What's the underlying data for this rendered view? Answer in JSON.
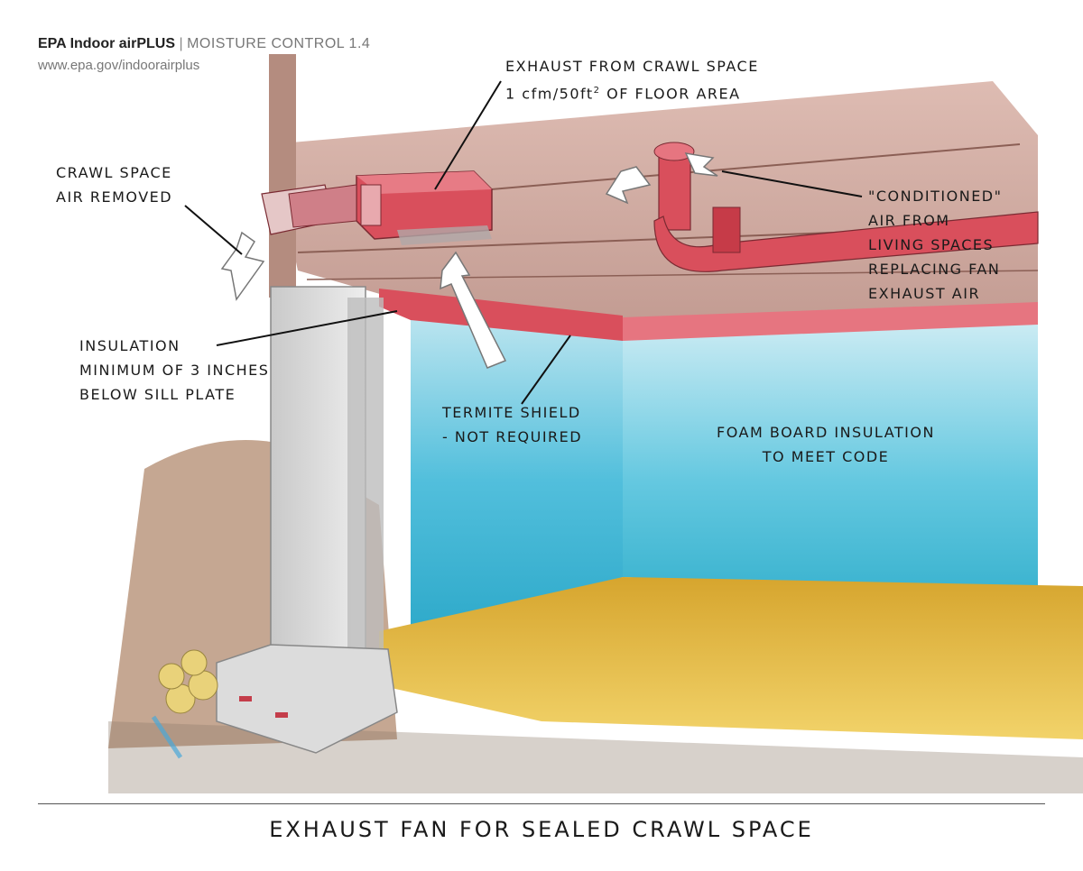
{
  "header": {
    "brand": "EPA Indoor airPLUS",
    "separator": "|",
    "section": "MOISTURE CONTROL 1.4",
    "url": "www.epa.gov/indoorairplus"
  },
  "labels": {
    "exhaust": {
      "line1": "EXHAUST FROM CRAWL SPACE",
      "line2_pre": "1 cfm/50ft",
      "line2_sup": "2",
      "line2_post": " OF FLOOR AREA"
    },
    "crawl_air_removed": [
      "CRAWL SPACE",
      "AIR REMOVED"
    ],
    "conditioned_air": [
      "\"CONDITIONED\"",
      "AIR FROM",
      "LIVING SPACES",
      "REPLACING FAN",
      "EXHAUST AIR"
    ],
    "insulation_sill": [
      "INSULATION",
      "MINIMUM OF 3 INCHES",
      "BELOW SILL PLATE"
    ],
    "termite_shield": [
      "TERMITE SHIELD",
      "- NOT REQUIRED"
    ],
    "foam_board": [
      "FOAM BOARD INSULATION",
      "TO MEET CODE"
    ]
  },
  "caption": "EXHAUST FAN FOR SEALED CRAWL SPACE",
  "colors": {
    "joist": "#c8978c",
    "duct_red": "#d94f5c",
    "foam_blue": "#5fc3dc",
    "floor_yellow": "#e8c24a",
    "concrete": "#d9d9d9",
    "soil": "#a57c60"
  }
}
